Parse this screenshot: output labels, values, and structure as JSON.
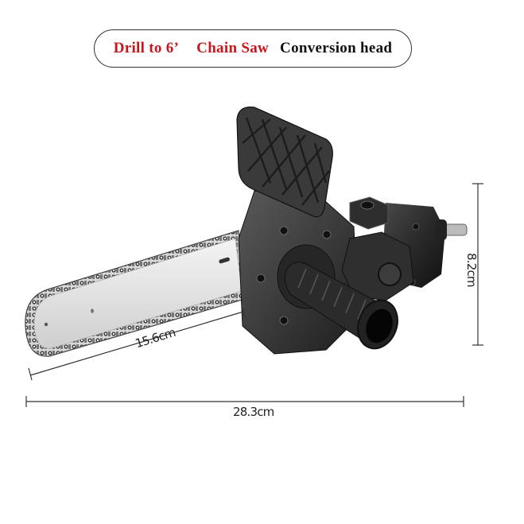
{
  "title": {
    "part1": "Drill to 6’",
    "part2": "Chain Saw",
    "part3": "Conversion head",
    "red_color": "#c8161d",
    "black_color": "#111111"
  },
  "dimensions": {
    "overall_length": "28.3cm",
    "height": "8.2cm",
    "bar_length": "15.6cm"
  },
  "product": {
    "name": "chainsaw-conversion-head",
    "body_color": "#2a2a2a",
    "bar_color": "#e6e6e6"
  }
}
